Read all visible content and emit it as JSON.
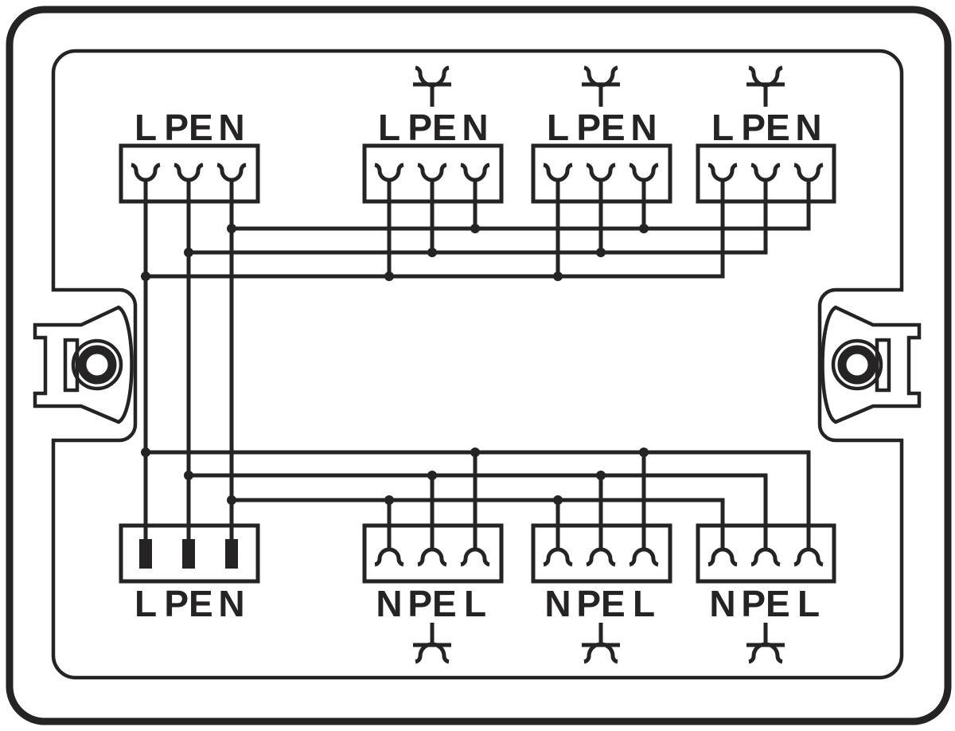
{
  "diagram": {
    "type": "junction-box-wiring-diagram",
    "line_color": "#262324",
    "background_color": "#ffffff",
    "top_blocks": [
      {
        "labels": [
          "L",
          "PE",
          "N"
        ],
        "socket_symbol": false
      },
      {
        "labels": [
          "L",
          "PE",
          "N"
        ],
        "socket_symbol": true
      },
      {
        "labels": [
          "L",
          "PE",
          "N"
        ],
        "socket_symbol": true
      },
      {
        "labels": [
          "L",
          "PE",
          "N"
        ],
        "socket_symbol": true
      }
    ],
    "bottom_blocks": [
      {
        "labels": [
          "L",
          "PE",
          "N"
        ],
        "socket_symbol": false
      },
      {
        "labels": [
          "N",
          "PE",
          "L"
        ],
        "socket_symbol": true
      },
      {
        "labels": [
          "N",
          "PE",
          "L"
        ],
        "socket_symbol": true
      },
      {
        "labels": [
          "N",
          "PE",
          "L"
        ],
        "socket_symbol": true
      }
    ],
    "icons": {
      "socket_outlet": "socket-outlet-symbol",
      "mounting_lug": "mounting-lug",
      "terminal_contact": "terminal-contact",
      "junction": "junction-dot"
    }
  }
}
